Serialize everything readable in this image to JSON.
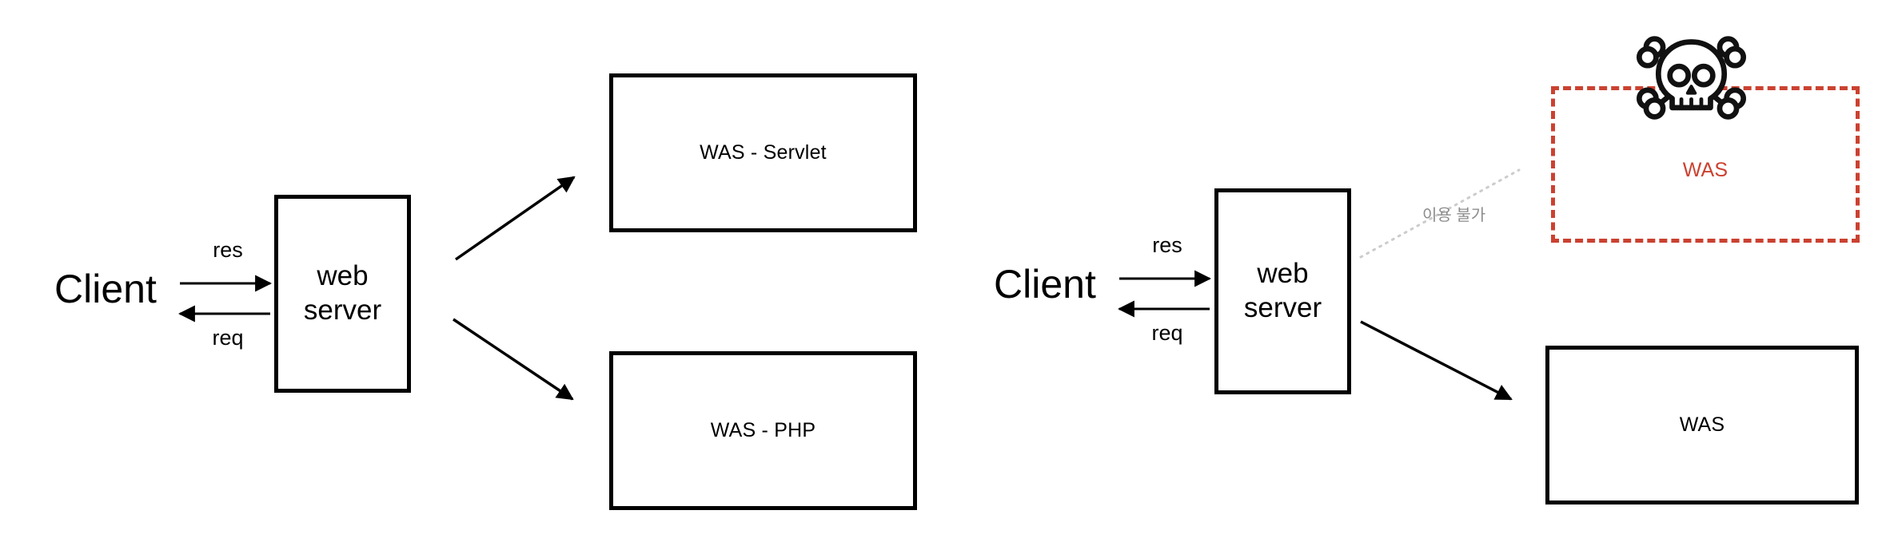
{
  "diagram": {
    "title": "web server and WAS request routing",
    "colors": {
      "stroke": "#000000",
      "danger": "#CB4130",
      "muted": "#8C8C8C",
      "background": "#FFFFFF"
    },
    "panels": [
      {
        "id": "left",
        "client": {
          "label": "Client"
        },
        "web_server": {
          "label": "web\nserver"
        },
        "request_edges": [
          {
            "id": "res",
            "label": "res",
            "direction": "client-to-server"
          },
          {
            "id": "req",
            "label": "req",
            "direction": "server-to-client"
          }
        ],
        "targets": [
          {
            "id": "was-servlet",
            "label": "WAS - Servlet",
            "style": "solid",
            "state": "available"
          },
          {
            "id": "was-php",
            "label": "WAS - PHP",
            "style": "solid",
            "state": "available"
          }
        ]
      },
      {
        "id": "right",
        "client": {
          "label": "Client"
        },
        "web_server": {
          "label": "web\nserver"
        },
        "request_edges": [
          {
            "id": "res",
            "label": "res",
            "direction": "client-to-server"
          },
          {
            "id": "req",
            "label": "req",
            "direction": "server-to-client"
          }
        ],
        "targets": [
          {
            "id": "was-down",
            "label": "WAS",
            "style": "dashed",
            "state": "unavailable",
            "note": "이용 불가",
            "icon": "skull-crossbones-icon"
          },
          {
            "id": "was-up",
            "label": "WAS",
            "style": "solid",
            "state": "available"
          }
        ]
      }
    ]
  }
}
